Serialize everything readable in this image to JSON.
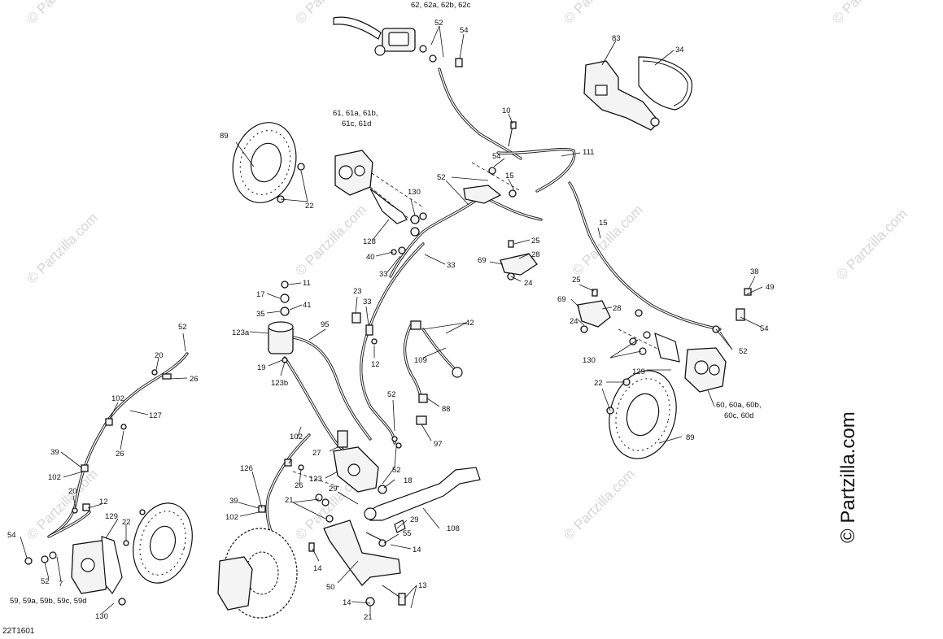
{
  "watermark": {
    "text": "© Partzilla.com"
  },
  "brand": {
    "text": "© Partzilla.com"
  },
  "diagram_code": "22T1601",
  "callouts": [
    {
      "id": "c1",
      "text": "62, 62a, 62b, 62c"
    },
    {
      "id": "c2",
      "text": "52"
    },
    {
      "id": "c3",
      "text": "54"
    },
    {
      "id": "c4",
      "text": "83"
    },
    {
      "id": "c5",
      "text": "34"
    },
    {
      "id": "c6",
      "text": "10"
    },
    {
      "id": "c7",
      "text": "111"
    },
    {
      "id": "c8",
      "text": "61, 61a, 61b,"
    },
    {
      "id": "c9",
      "text": "61c, 61d"
    },
    {
      "id": "c10",
      "text": "89"
    },
    {
      "id": "c11",
      "text": "22"
    },
    {
      "id": "c12",
      "text": "54"
    },
    {
      "id": "c13",
      "text": "52"
    },
    {
      "id": "c14",
      "text": "15"
    },
    {
      "id": "c15",
      "text": "130"
    },
    {
      "id": "c16",
      "text": "15"
    },
    {
      "id": "c17",
      "text": "128"
    },
    {
      "id": "c18",
      "text": "40"
    },
    {
      "id": "c19",
      "text": "25"
    },
    {
      "id": "c20",
      "text": "28"
    },
    {
      "id": "c21",
      "text": "69"
    },
    {
      "id": "c22",
      "text": "24"
    },
    {
      "id": "c23",
      "text": "33"
    },
    {
      "id": "c24",
      "text": "33"
    },
    {
      "id": "c25",
      "text": "38"
    },
    {
      "id": "c26",
      "text": "49"
    },
    {
      "id": "c27",
      "text": "11"
    },
    {
      "id": "c28",
      "text": "17"
    },
    {
      "id": "c29",
      "text": "41"
    },
    {
      "id": "c30",
      "text": "35"
    },
    {
      "id": "c31",
      "text": "23"
    },
    {
      "id": "c32",
      "text": "33"
    },
    {
      "id": "c33",
      "text": "25"
    },
    {
      "id": "c34",
      "text": "69"
    },
    {
      "id": "c35",
      "text": "28"
    },
    {
      "id": "c36",
      "text": "24"
    },
    {
      "id": "c37",
      "text": "54"
    },
    {
      "id": "c38",
      "text": "123a"
    },
    {
      "id": "c39",
      "text": "95"
    },
    {
      "id": "c40",
      "text": "42"
    },
    {
      "id": "c41",
      "text": "52"
    },
    {
      "id": "c42",
      "text": "130"
    },
    {
      "id": "c43",
      "text": "19"
    },
    {
      "id": "c44",
      "text": "12"
    },
    {
      "id": "c45",
      "text": "109"
    },
    {
      "id": "c46",
      "text": "129"
    },
    {
      "id": "c47",
      "text": "123b"
    },
    {
      "id": "c48",
      "text": "52"
    },
    {
      "id": "c49",
      "text": "20"
    },
    {
      "id": "c50",
      "text": "26"
    },
    {
      "id": "c51",
      "text": "22"
    },
    {
      "id": "c52",
      "text": "60, 60a, 60b,"
    },
    {
      "id": "c53",
      "text": "60c, 60d"
    },
    {
      "id": "c54",
      "text": "52"
    },
    {
      "id": "c55",
      "text": "88"
    },
    {
      "id": "c56",
      "text": "102"
    },
    {
      "id": "c57",
      "text": "127"
    },
    {
      "id": "c58",
      "text": "89"
    },
    {
      "id": "c59",
      "text": "97"
    },
    {
      "id": "c60",
      "text": "26"
    },
    {
      "id": "c61",
      "text": "102"
    },
    {
      "id": "c62",
      "text": "27"
    },
    {
      "id": "c63",
      "text": "39"
    },
    {
      "id": "c64",
      "text": "52"
    },
    {
      "id": "c65",
      "text": "126"
    },
    {
      "id": "c66",
      "text": "123"
    },
    {
      "id": "c67",
      "text": "102"
    },
    {
      "id": "c68",
      "text": "26"
    },
    {
      "id": "c69",
      "text": "18"
    },
    {
      "id": "c70",
      "text": "20"
    },
    {
      "id": "c71",
      "text": "29"
    },
    {
      "id": "c72",
      "text": "39"
    },
    {
      "id": "c73",
      "text": "21"
    },
    {
      "id": "c74",
      "text": "12"
    },
    {
      "id": "c75",
      "text": "102"
    },
    {
      "id": "c76",
      "text": "29"
    },
    {
      "id": "c77",
      "text": "129"
    },
    {
      "id": "c78",
      "text": "108"
    },
    {
      "id": "c79",
      "text": "22"
    },
    {
      "id": "c80",
      "text": "55"
    },
    {
      "id": "c81",
      "text": "54"
    },
    {
      "id": "c82",
      "text": "14"
    },
    {
      "id": "c83",
      "text": "14"
    },
    {
      "id": "c84",
      "text": "52"
    },
    {
      "id": "c85",
      "text": "7"
    },
    {
      "id": "c86",
      "text": "50"
    },
    {
      "id": "c87",
      "text": "13"
    },
    {
      "id": "c88",
      "text": "59, 59a, 59b, 59c, 59d"
    },
    {
      "id": "c89",
      "text": "14"
    },
    {
      "id": "c90",
      "text": "130"
    },
    {
      "id": "c91",
      "text": "21"
    }
  ]
}
